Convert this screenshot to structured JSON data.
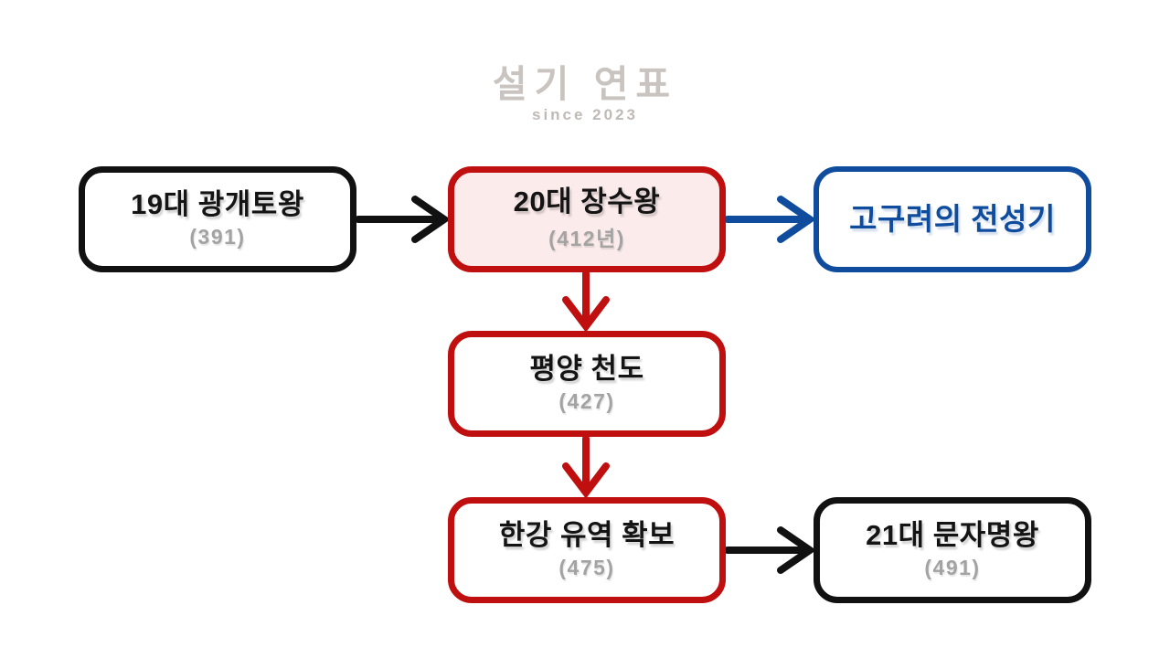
{
  "watermark": {
    "title": "설기 연표",
    "subtitle": "since 2023"
  },
  "colors": {
    "background": "#ffffff",
    "box_border_black": "#111111",
    "box_border_red": "#c00f0f",
    "box_border_blue": "#0f4c9e",
    "box_fill_pink": "#fcebeb",
    "title_text": "#141414",
    "blue_title_text": "#0f4c9e",
    "year_text_gray": "#a3a3a3",
    "watermark_gray": "#bab4af"
  },
  "nodes": [
    {
      "id": "king-19",
      "title": "19대 광개토왕",
      "year": "(391)",
      "border": "black"
    },
    {
      "id": "king-20",
      "title": "20대 장수왕",
      "year": "(412년)",
      "border": "red",
      "fill": "pink"
    },
    {
      "id": "golden-age",
      "title": "고구려의 전성기",
      "border": "blue"
    },
    {
      "id": "pyongyang-move",
      "title": "평양 천도",
      "year": "(427)",
      "border": "red"
    },
    {
      "id": "han-river",
      "title": "한강 유역 확보",
      "year": "(475)",
      "border": "red"
    },
    {
      "id": "king-21",
      "title": "21대 문자명왕",
      "year": "(491)",
      "border": "black"
    }
  ],
  "edges": [
    {
      "from": "king-19",
      "to": "king-20",
      "direction": "right",
      "color": "#111111"
    },
    {
      "from": "king-20",
      "to": "golden-age",
      "direction": "right",
      "color": "#0f4c9e"
    },
    {
      "from": "king-20",
      "to": "pyongyang-move",
      "direction": "down",
      "color": "#c00f0f"
    },
    {
      "from": "pyongyang-move",
      "to": "han-river",
      "direction": "down",
      "color": "#c00f0f"
    },
    {
      "from": "han-river",
      "to": "king-21",
      "direction": "right",
      "color": "#111111"
    }
  ]
}
